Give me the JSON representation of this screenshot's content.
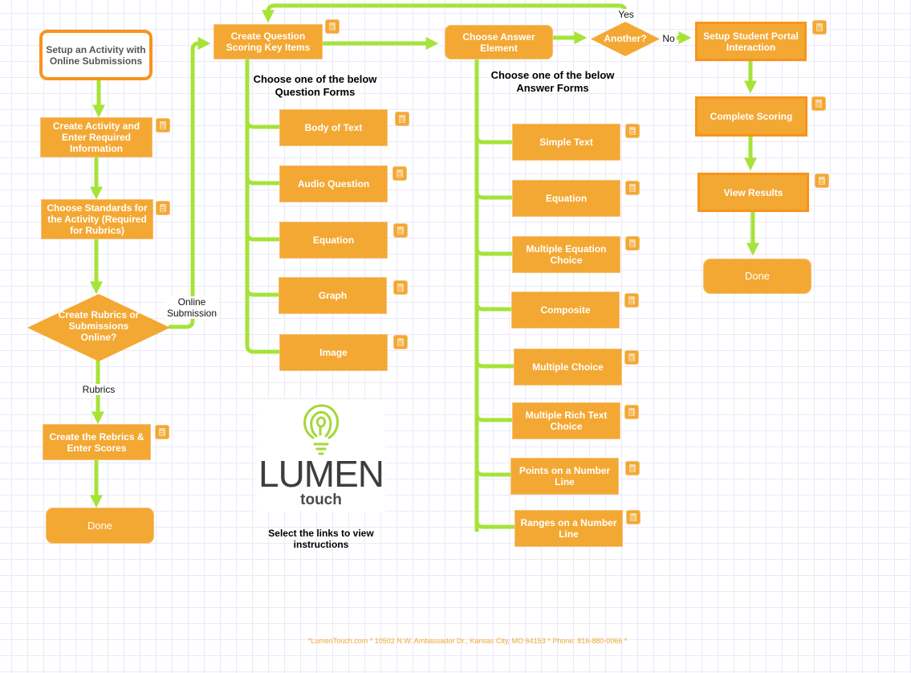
{
  "colors": {
    "node_fill": "#f3a833",
    "node_border": "#f7941d",
    "connector": "#a6e338",
    "footer_text": "#f3a833"
  },
  "flow_left": {
    "start": "Setup an Activity with Online Submissions",
    "step1": "Create Activity and Enter Required Information",
    "step2": "Choose Standards for the Activity (Required for Rubrics)",
    "decision": "Create Rubrics or Submissions Online?",
    "branch_online": "Online Submission",
    "branch_rubrics": "Rubrics",
    "rubrics_step": "Create the Rebrics & Enter Scores",
    "done": "Done"
  },
  "flow_questions": {
    "main": "Create Question Scoring Key Items",
    "heading": "Choose one of the below Question Forms",
    "forms": [
      "Body of Text",
      "Audio Question",
      "Equation",
      "Graph",
      "Image"
    ]
  },
  "flow_answers": {
    "main": "Choose Answer Element",
    "heading": "Choose one of the below Answer Forms",
    "forms": [
      "Simple Text",
      "Equation",
      "Multiple Equation Choice",
      "Composite",
      "Multiple Choice",
      "Multiple Rich Text Choice",
      "Points on a Number Line",
      "Ranges on a Number Line"
    ]
  },
  "decision_another": {
    "label": "Another?",
    "yes": "Yes",
    "no": "No"
  },
  "flow_right": {
    "step1": "Setup Student Portal Interaction",
    "step2": "Complete Scoring",
    "step3": "View Results",
    "done": "Done"
  },
  "logo": {
    "brand": "LUMEN",
    "sub": "touch",
    "icon": "lightbulb-icon"
  },
  "instructions": "Select the links to view instructions",
  "doc_icon": "document-icon",
  "footer": "*LumenTouch.com * 10502 N.W. Ambassador Dr., Kansas City, MO 64153 * Phone: 816-880-0066 *"
}
